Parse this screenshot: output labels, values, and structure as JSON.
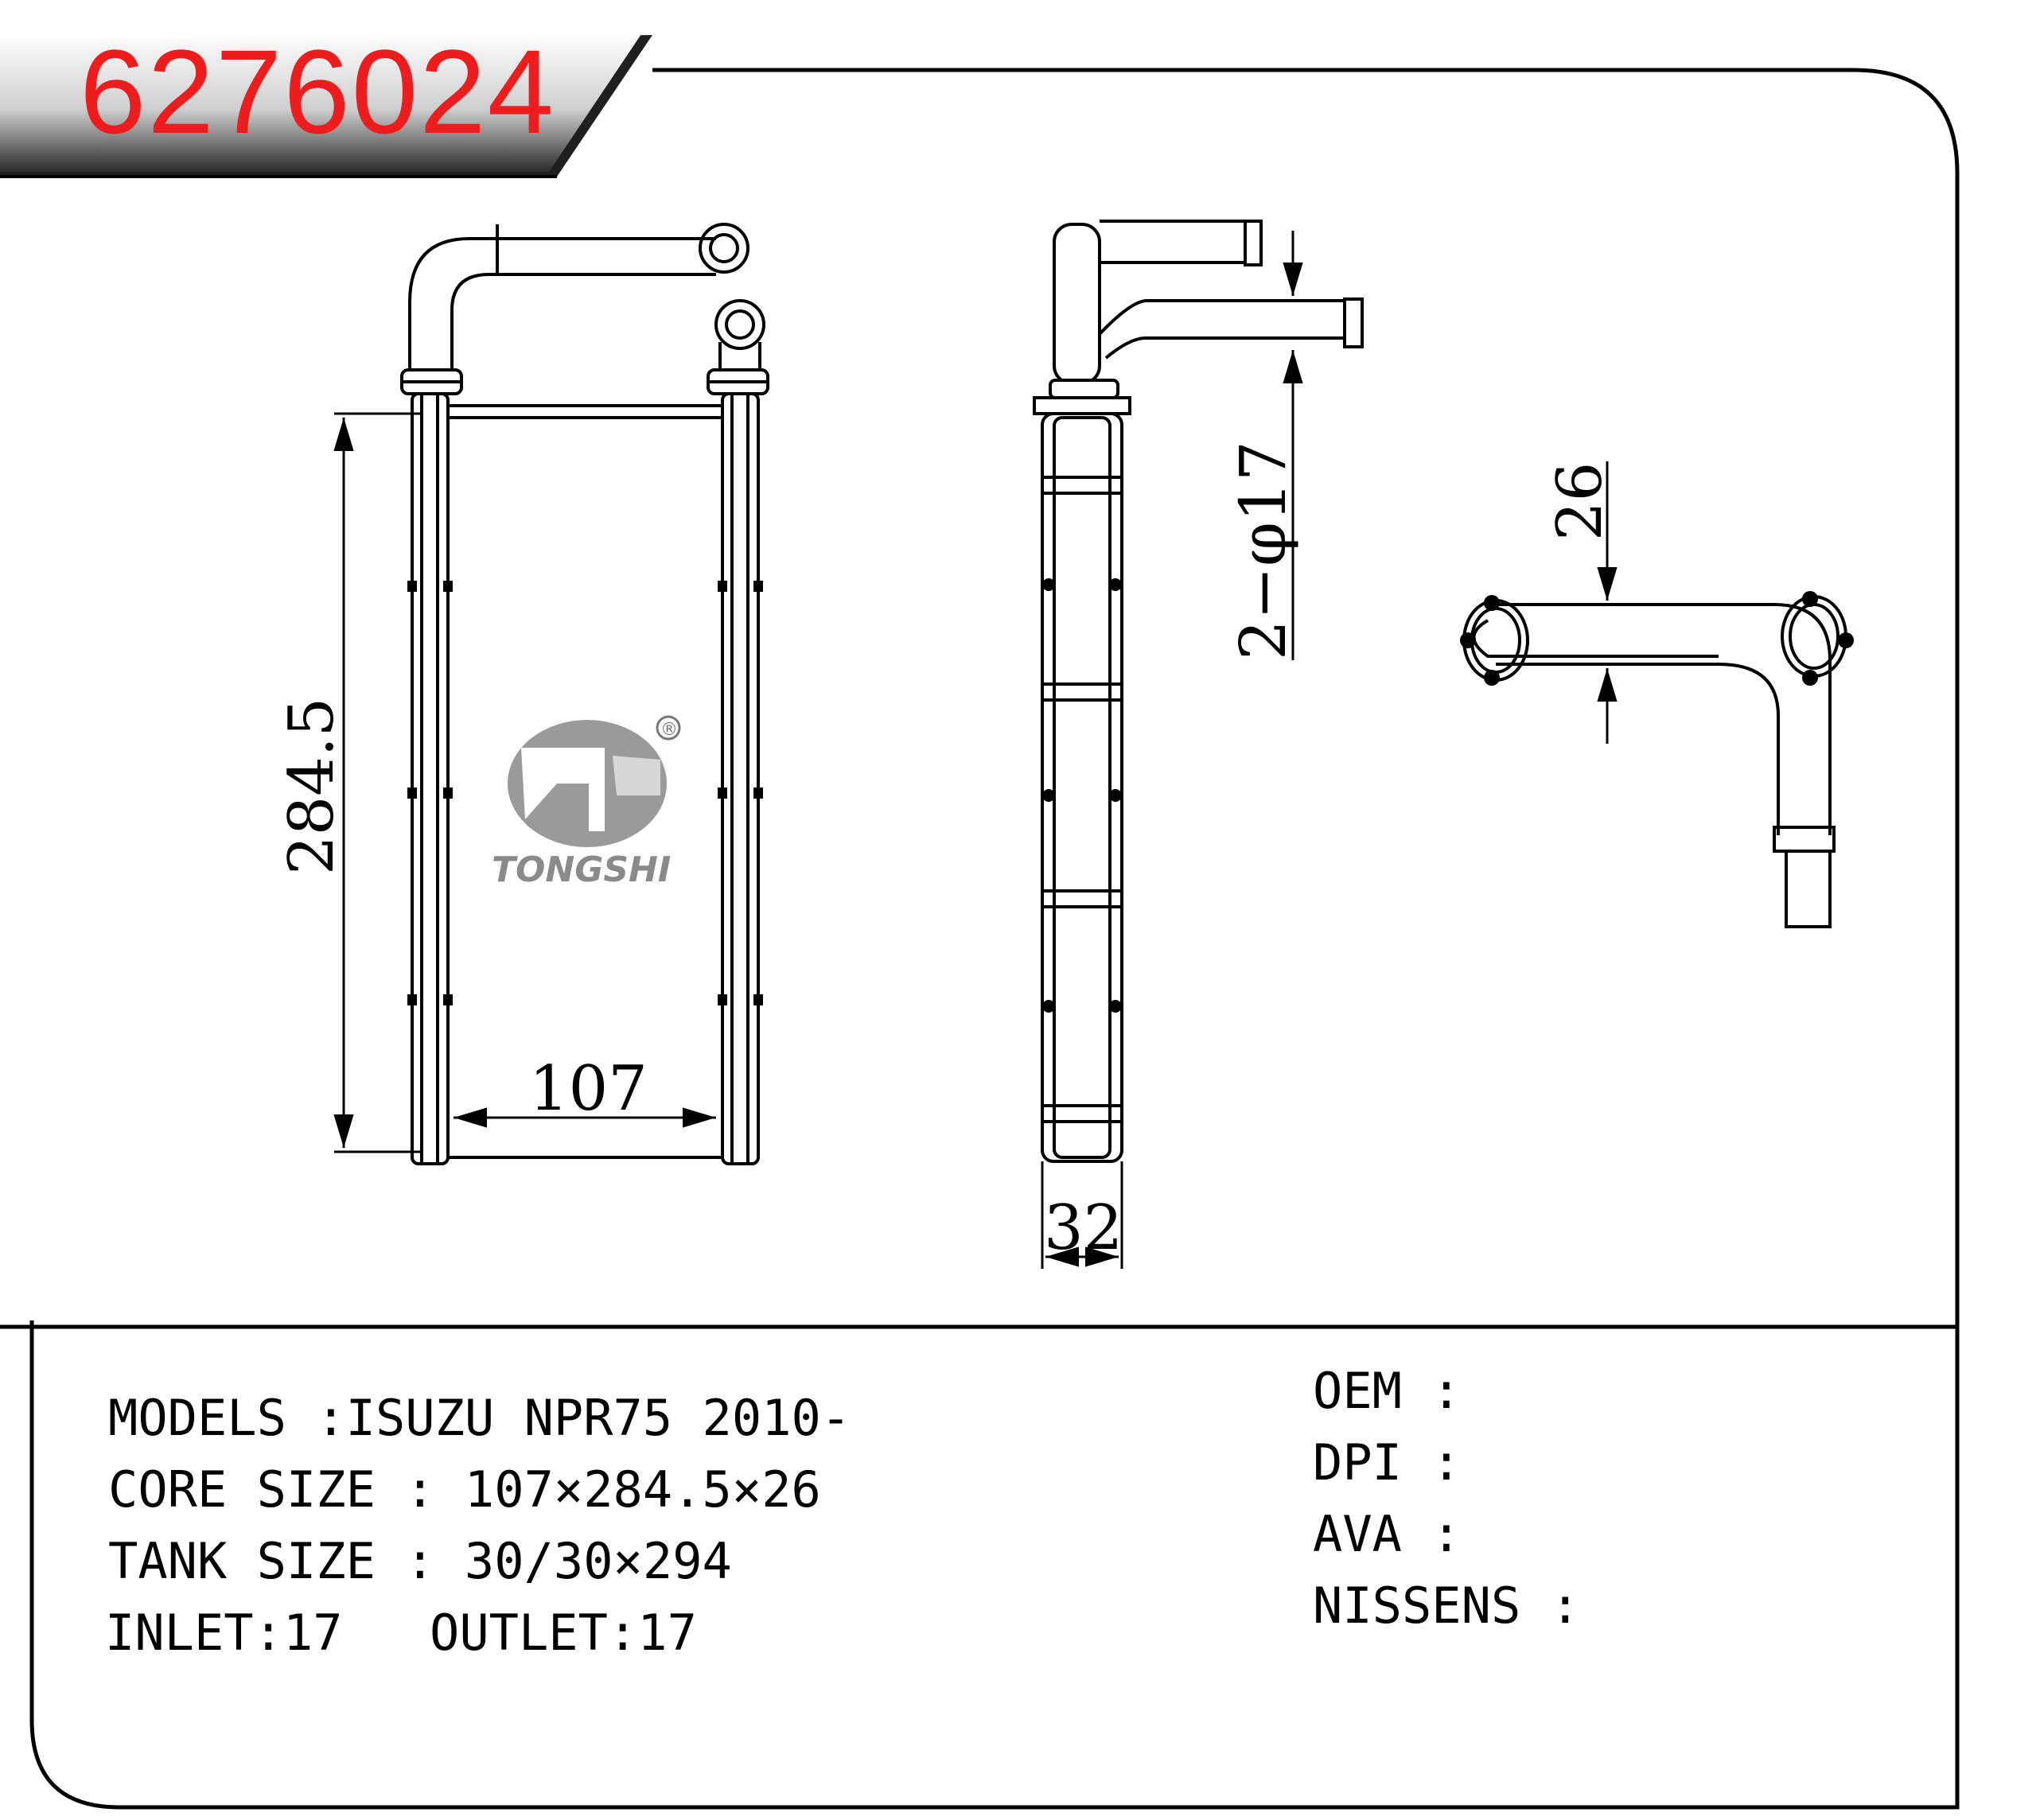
{
  "part_number": "6276024",
  "drawing": {
    "front_view": {
      "height_label": "284.5",
      "width_label": "107"
    },
    "side_view": {
      "thickness_label": "32",
      "pipe_label": "2−φ17"
    },
    "top_view": {
      "depth_label": "26"
    },
    "logo": {
      "brand": "TONGSHI",
      "registered_mark": "®"
    }
  },
  "specs": {
    "models": "MODELS :ISUZU NPR75 2010-",
    "core_size": "CORE SIZE : 107×284.5×26",
    "tank_size": "TANK SIZE : 30/30×294",
    "inlet": "INLET:17",
    "outlet": "OUTLET:17"
  },
  "references": {
    "oem": "OEM :",
    "dpi": "DPI :",
    "ava": "AVA :",
    "nissens": "NISSENS :"
  },
  "colors": {
    "part_number": "#ee1c1c",
    "banner_dark": "#3a3a3a",
    "logo_gray": "#9a9a9a"
  }
}
